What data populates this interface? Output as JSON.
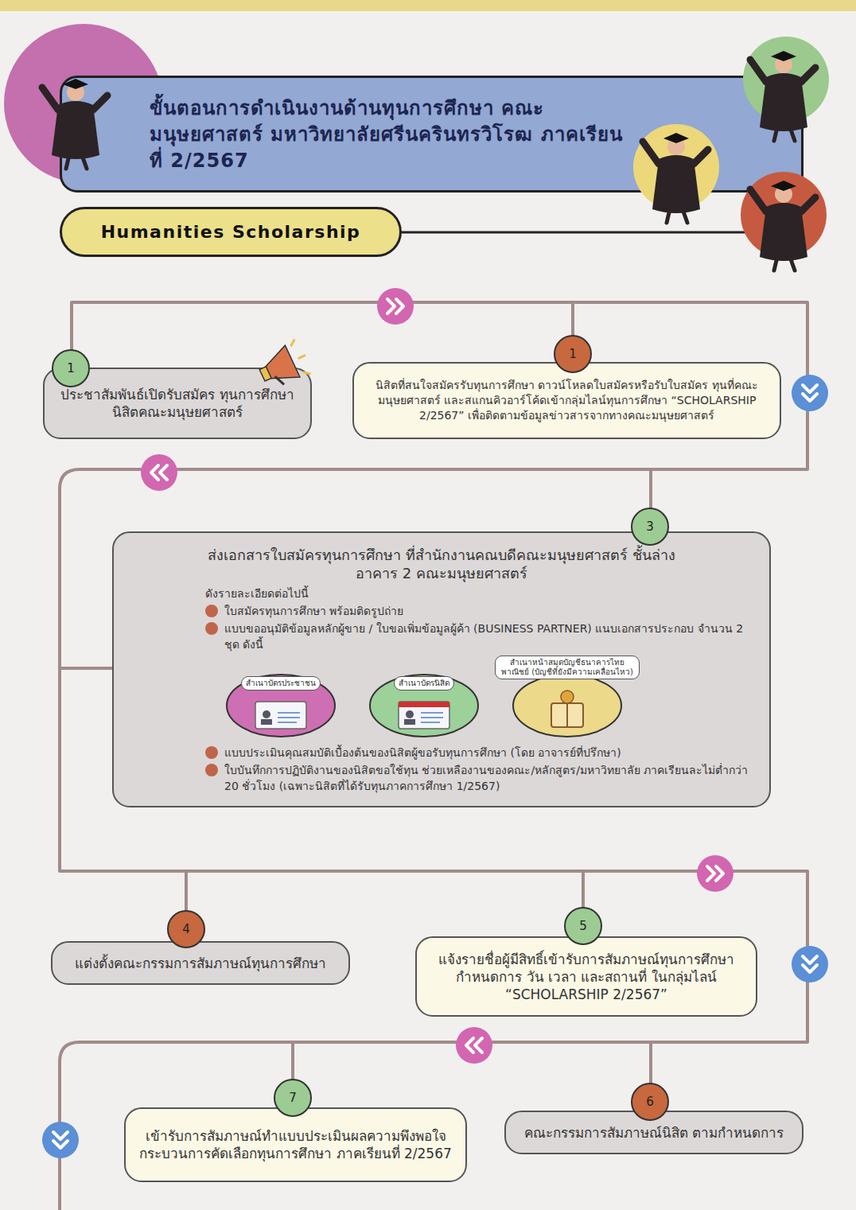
{
  "diagram": {
    "title": "ขั้นตอนการดำเนินงานด้านทุนการศึกษา คณะมนุษยศาสตร์ มหาวิทยาลัยศรีนครินทรวิโรฒ ภาคเรียนที่ 2/2567",
    "nodes": [
      {
        "text": [
          "Humanities Scholarship"
        ]
      },
      {
        "text": [
          "ประชาสัมพันธ์เปิดรับสมัคร ทุนการศึกษานิสิตคณะมนุษยศาสตร์"
        ]
      },
      {
        "text": [
          "นิสิตที่สนใจสมัครรับทุนการศึกษา ดาวน์โหลดใบสมัครหรือรับใบสมัคร ทุนที่คณะมนุษยศาสตร์ และสแกนคิวอาร์โค้ดเข้ากลุ่มไลน์ทุนการศึกษา “SCHOLARSHIP 2/2567” เพื่อติดตามข้อมูลข่าวสารจากทางคณะมนุษยศาสตร์"
        ]
      },
      {
        "text": [
          "ส่งเอกสารใบสมัครทุนการศึกษา ที่สำนักงานคณบดีคณะมนุษยศาสตร์ ชั้นล่าง อาคาร 2 คณะมนุษยศาสตร์",
          "ดังรายละเอียดต่อไปนี้",
          "ใบสมัครทุนการศึกษา พร้อมติดรูปถ่าย",
          "แบบขออนุมัติข้อมูลหลักผู้ขาย / ใบขอเพิ่มข้อมูลผู้ค้า (BUSINESS PARTNER) แนบเอกสารประกอบ จำนวน 2 ชุด ดังนี้",
          "แบบประเมินคุณสมบัติเบื้องต้นของนิสิตผู้ขอรับทุนการศึกษา (โดย อาจารย์ที่ปรึกษา)",
          "ใบบันทึกการปฏิบัติงานของนิสิตขอใช้ทุน ช่วยเหลืองานของคณะ/หลักสูตร/มหาวิทยาลัย ภาคเรียนละไม่ต่ำกว่า 20 ชั่วโมง (เฉพาะนิสิตที่ได้รับทุนภาคการศึกษา 1/2567)"
        ]
      },
      {
        "text": [
          "สำเนาบัตรประชาชน"
        ],
        "in": 3
      },
      {
        "text": [
          "สำเนาบัตรนิสิต"
        ],
        "in": 3
      },
      {
        "text": [
          "สำเนาหน้าสมุดบัญชีธนาคารไทยพาณิชย์ (บัญชีที่ยังมีความเคลื่อนไหว)"
        ],
        "in": 3
      },
      {
        "text": [
          "แต่งตั้งคณะกรรมการสัมภาษณ์ทุนการศึกษา"
        ]
      },
      {
        "text": [
          "แจ้งรายชื่อผู้มีสิทธิ์เข้ารับการสัมภาษณ์ทุนการศึกษา กำหนดการ วัน เวลา และสถานที่ ในกลุ่มไลน์ “SCHOLARSHIP 2/2567”"
        ]
      },
      {
        "text": [
          "คณะกรรมการสัมภาษณ์นิสิต ตามกำหนดการ"
        ]
      },
      {
        "text": [
          "เข้ารับการสัมภาษณ์ทำแบบประเมินผลความพึงพอใจ กระบวนการคัดเลือกทุนการศึกษา ภาคเรียนที่ 2/2567"
        ]
      }
    ],
    "edges": [
      {
        "from": 1,
        "to": 2,
        "arrow": "none"
      },
      {
        "from": 2,
        "to": 3,
        "arrow": "none"
      },
      {
        "from": 3,
        "to": 7,
        "arrow": "none"
      },
      {
        "from": 7,
        "to": 8,
        "arrow": "none"
      },
      {
        "from": 8,
        "to": 9,
        "arrow": "none"
      },
      {
        "from": 9,
        "to": 10,
        "arrow": "none"
      }
    ],
    "labels": [
      "1",
      "1",
      "3",
      "4",
      "5",
      "6",
      "7"
    ]
  }
}
